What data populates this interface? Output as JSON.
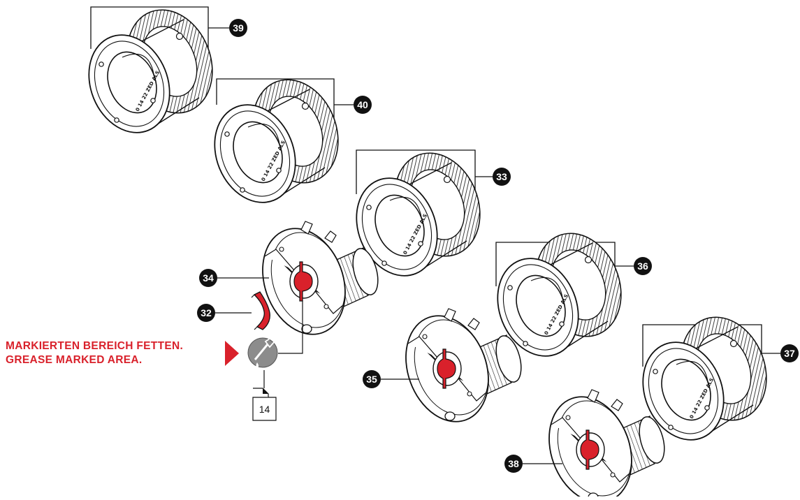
{
  "instruction": {
    "german": "MARKIERTEN BEREICH FETTEN.",
    "english": "GREASE MARKED AREA."
  },
  "reference_page": "14",
  "callouts": [
    "39",
    "40",
    "33",
    "36",
    "37",
    "34",
    "32",
    "35",
    "38"
  ],
  "burr_marking": "0 14 22 ZED ALS",
  "colors": {
    "accent_red": "#d9212b",
    "line": "#111111",
    "grease_circle": "#8c8c8c"
  },
  "icons": [
    "grease-brush-icon",
    "grease-arrow-icon",
    "document-icon"
  ]
}
